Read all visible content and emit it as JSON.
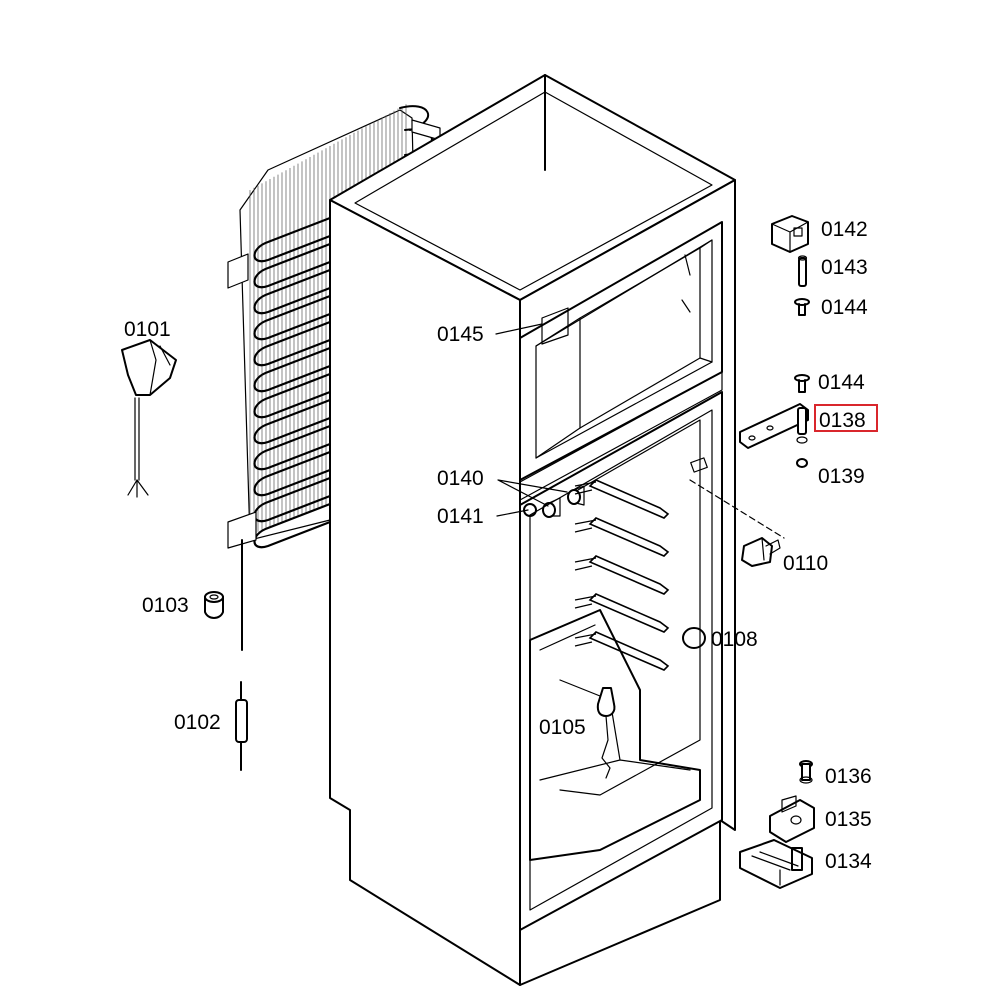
{
  "callouts": {
    "c0101": "0101",
    "c0102": "0102",
    "c0103": "0103",
    "c0105": "0105",
    "c0108": "0108",
    "c0110": "0110",
    "c0134": "0134",
    "c0135": "0135",
    "c0136": "0136",
    "c0138": "0138",
    "c0139": "0139",
    "c0140": "0140",
    "c0141": "0141",
    "c0142": "0142",
    "c0143": "0143",
    "c0144a": "0144",
    "c0144b": "0144",
    "c0145": "0145"
  },
  "highlight": {
    "target": "0138",
    "color": "#d9262c"
  },
  "colors": {
    "ink": "#000000",
    "background": "#ffffff"
  }
}
